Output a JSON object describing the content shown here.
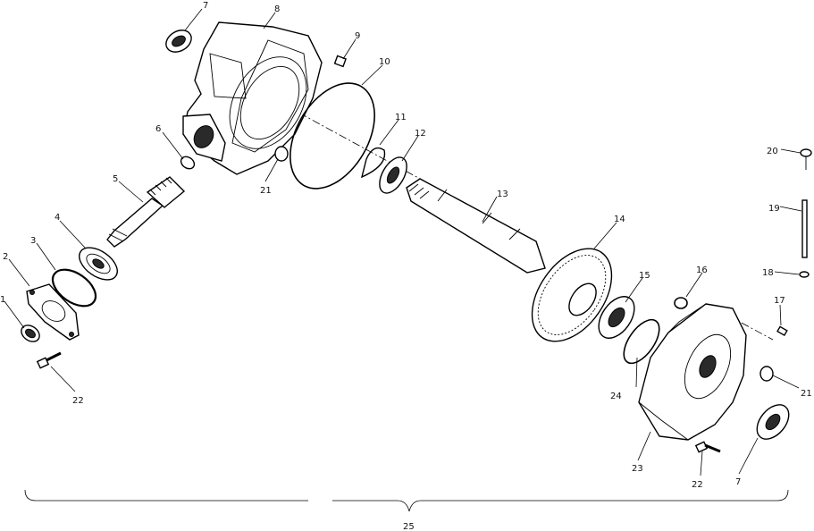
{
  "diagram": {
    "callouts": [
      "1",
      "2",
      "3",
      "4",
      "5",
      "6",
      "7",
      "8",
      "9",
      "10",
      "11",
      "12",
      "13",
      "14",
      "15",
      "16",
      "17",
      "18",
      "19",
      "20",
      "21",
      "22",
      "23",
      "24",
      "25"
    ],
    "label_21b": "21",
    "label_22b": "22",
    "label_7b": "7"
  }
}
